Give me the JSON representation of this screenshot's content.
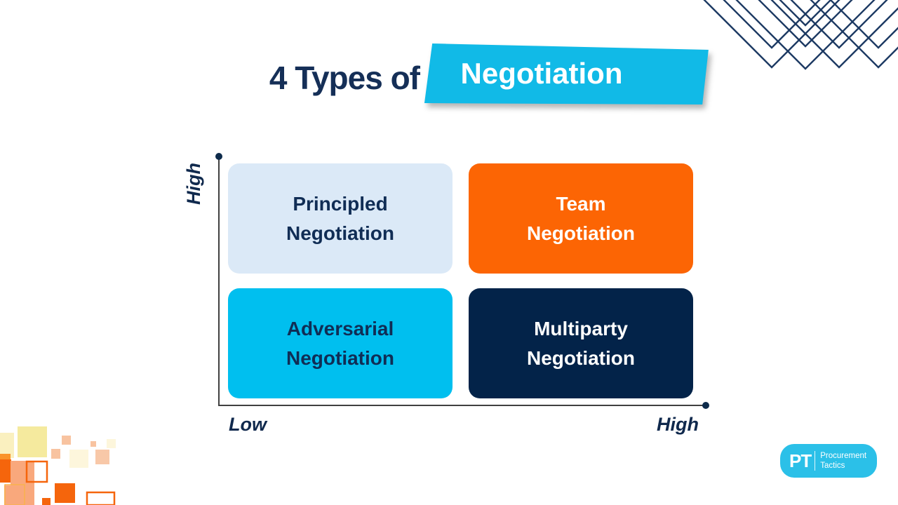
{
  "title": {
    "prefix": "4 Types of",
    "highlight": "Negotiation"
  },
  "matrix": {
    "quadrants": [
      {
        "name": "principled",
        "line1": "Principled",
        "line2": "Negotiation",
        "bg": "#dbe9f7",
        "text_color": "#102d55"
      },
      {
        "name": "team",
        "line1": "Team",
        "line2": "Negotiation",
        "bg": "#fc6504",
        "text_color": "#ffffff"
      },
      {
        "name": "adversarial",
        "line1": "Adversarial",
        "line2": "Negotiation",
        "bg": "#00bfef",
        "text_color": "#102d55"
      },
      {
        "name": "multiparty",
        "line1": "Multiparty",
        "line2": "Negotiation",
        "bg": "#032349",
        "text_color": "#ffffff"
      }
    ],
    "y_axis": {
      "label": "High"
    },
    "x_axis": {
      "left_label": "Low",
      "right_label": "High"
    }
  },
  "logo": {
    "abbr": "PT",
    "line1": "Procurement",
    "line2": "Tactics",
    "bg": "#2bc0e8"
  },
  "colors": {
    "title_navy": "#152f57",
    "banner_cyan": "#11bae7",
    "axis_gray": "#404040",
    "dot_navy": "#0d2b4b",
    "diamond_stroke": "#1d3a63"
  },
  "decorations": {
    "top_right": "overlapping-diamond-outlines",
    "bottom_left": "scattered-orange-yellow-squares"
  }
}
